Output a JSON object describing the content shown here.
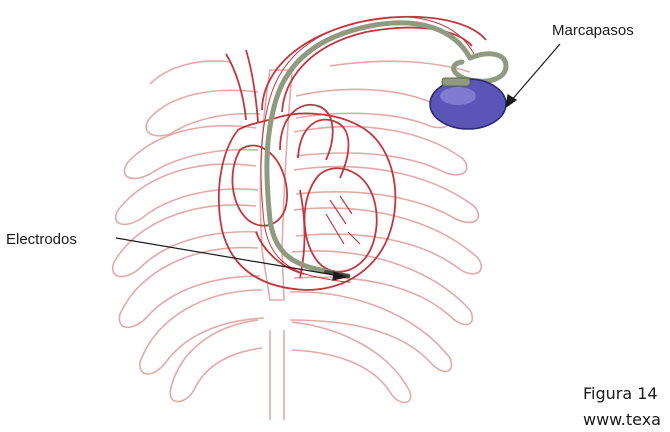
{
  "labels": {
    "pacemaker": "Marcapasos",
    "electrodes": "Electrodos"
  },
  "caption": {
    "figure": "Figura 14",
    "source": "www.texa"
  },
  "colors": {
    "rib_outline": "#e3a9a6",
    "heart_vessel": "#c4363f",
    "lead_wire": "#8f9a80",
    "pacemaker_body": "#5b55b8",
    "pacemaker_highlight": "#8a85d8",
    "pointer_line": "#1a1a1a"
  }
}
